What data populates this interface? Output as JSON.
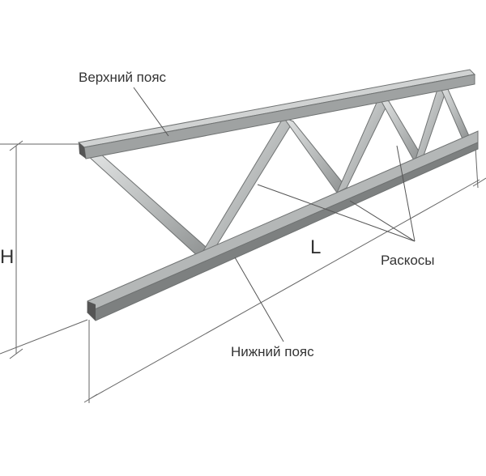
{
  "labels": {
    "top_chord": "Верхний пояс",
    "diagonals": "Раскосы",
    "bottom_chord": "Нижний пояс",
    "height": "H",
    "length": "L"
  },
  "colors": {
    "metal_light": "#d4d6d6",
    "metal_mid": "#a9acac",
    "metal_dark": "#6f7272",
    "lines": "#555555"
  }
}
